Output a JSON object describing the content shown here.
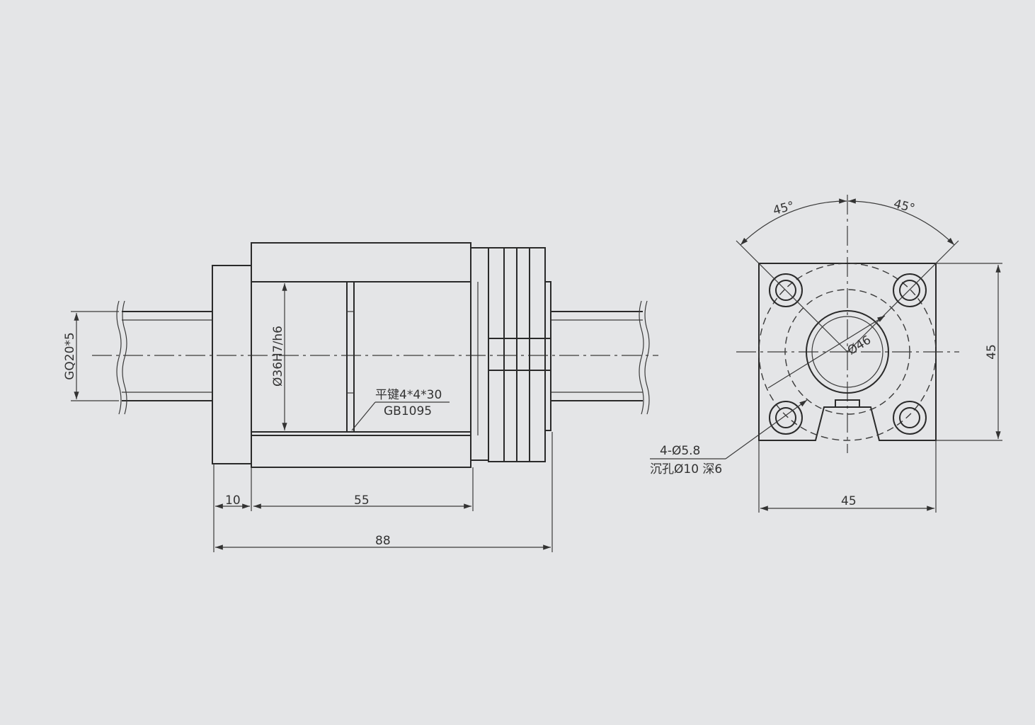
{
  "labels": {
    "thread": "GQ20*5",
    "bore_fit": "Ø36H7/h6",
    "key_spec": "平键4*4*30",
    "key_standard": "GB1095",
    "dim_10": "10",
    "dim_55": "55",
    "dim_88": "88",
    "angle_left": "45°",
    "angle_right": "45°",
    "bore_dia": "Ø46",
    "dim_45_horizontal": "45",
    "dim_45_vertical": "45",
    "holes": "4-Ø5.8",
    "counterbore": "沉孔Ø10 深6"
  }
}
